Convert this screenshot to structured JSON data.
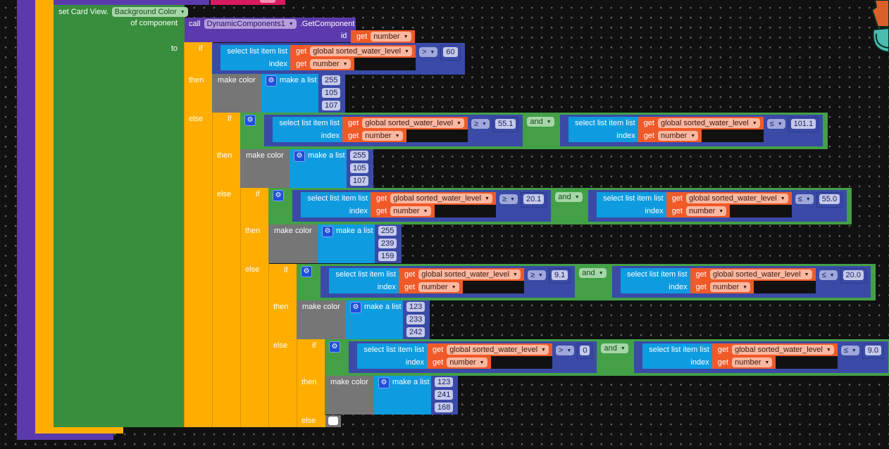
{
  "workspace": {
    "top_block_tag": "...",
    "set_block": {
      "prefix": "set Card View.",
      "property": "Background Color",
      "of_component": "of component",
      "to": "to"
    },
    "call_block": {
      "call": "call",
      "component": "DynamicComponents1",
      "method": ".GetComponent",
      "id_label": "id",
      "get": "get",
      "var": "number"
    },
    "labels": {
      "if": "if",
      "then": "then",
      "else": "else",
      "and": "and",
      "select": "select list item  list",
      "index": "index",
      "get": "get",
      "list_var": "global sorted_water_level",
      "index_var": "number",
      "make_color": "make color",
      "make_list": "make a list"
    },
    "conditions": [
      {
        "left": {
          "op": ">",
          "value": "60"
        }
      },
      {
        "left": {
          "op": "≥",
          "value": "55.1"
        },
        "right": {
          "op": "≤",
          "value": "101.1"
        }
      },
      {
        "left": {
          "op": "≥",
          "value": "20.1"
        },
        "right": {
          "op": "≤",
          "value": "55.0"
        }
      },
      {
        "left": {
          "op": "≥",
          "value": "9.1"
        },
        "right": {
          "op": "≤",
          "value": "20.0"
        }
      },
      {
        "left": {
          "op": ">",
          "value": "0"
        },
        "right": {
          "op": "≤",
          "value": "9.0"
        }
      }
    ],
    "colors": [
      [
        "255",
        "105",
        "107"
      ],
      [
        "255",
        "105",
        "107"
      ],
      [
        "255",
        "239",
        "159"
      ],
      [
        "123",
        "233",
        "242"
      ],
      [
        "123",
        "241",
        "168"
      ]
    ]
  },
  "theme": {
    "control": "#ffae00",
    "component_set": "#388e3c",
    "logic": "#43a047",
    "procedure": "#5b3aad",
    "math": "#3a4aa6",
    "lists": "#0f9be0",
    "variables": "#f05a28",
    "color": "#767676"
  }
}
